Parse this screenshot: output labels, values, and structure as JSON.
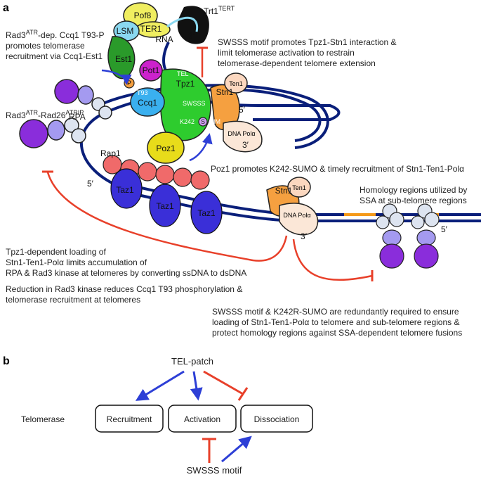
{
  "panel_a": {
    "panel_label": "a",
    "molecules": {
      "pof8": "Pof8",
      "ter1": "TER1",
      "lsm": "LSM",
      "rna": "RNA",
      "est1": "Est1",
      "trt1": "Trt1",
      "trt1_sup": "TERT",
      "pot1": "Pot1",
      "tel": "TEL",
      "tpz1": "Tpz1",
      "ccq1": "Ccq1",
      "t93": "T93",
      "p": "P",
      "swsss": "SWSSS",
      "k242": "K242",
      "s": "S",
      "sim": "SIM",
      "stn1": "Stn1",
      "ten1": "Ten1",
      "dna_pol": "DNA Polα",
      "poz1": "Poz1",
      "rap1": "Rap1",
      "taz1": "Taz1",
      "rpa": "RPA",
      "rad3_a": "Rad3",
      "rad3_sup": "ATR",
      "rad26": "-Rad26",
      "rad26_sup": "ATRIP",
      "prime3": "3′",
      "prime5": "5′"
    },
    "captions": {
      "ccq1_l1_a": "Rad3",
      "ccq1_l1_sup": "ATR",
      "ccq1_l1_b": "-dep. Ccq1 T93-P",
      "ccq1_l2": "promotes telomerase",
      "ccq1_l3": "recruitment via Ccq1-Est1",
      "swsss_l1": "SWSSS motif promotes Tpz1-Stn1 interaction &",
      "swsss_l2": "limit telomerase activation to restrain",
      "swsss_l3": "telomerase-dependent telomere extension",
      "poz1": "Poz1 promotes K242-SUMO & timely recruitment of Stn1-Ten1-Polα",
      "homology_l1": "Homology regions utilized by",
      "homology_l2": "SSA at sub-telomere regions",
      "tpz1_l1": "Tpz1-dependent loading of",
      "tpz1_l2": "Stn1-Ten1-Polα limits accumulation of",
      "tpz1_l3": "RPA & Rad3 kinase at telomeres by converting ssDNA to dsDNA",
      "red_l1": "Reduction in Rad3 kinase reduces Ccq1 T93 phosphorylation &",
      "red_l2": "telomerase recruitment at telomeres",
      "redund_l1": "SWSSS motif & K242R-SUMO are redundantly required to ensure",
      "redund_l2": "loading of Stn1-Ten1-Polα to telomere and sub-telomere regions &",
      "redund_l3": "protect homology regions against SSA-dependent telomere fusions"
    }
  },
  "panel_b": {
    "panel_label": "b",
    "tel_patch": "TEL-patch",
    "telomerase": "Telomerase",
    "boxes": [
      "Recruitment",
      "Activation",
      "Dissociation"
    ],
    "swsss_motif": "SWSSS motif"
  },
  "colors": {
    "dna": "#0a1f7a",
    "inhibit": "#e8402a",
    "activate": "#2d3fd6",
    "taz1": "#3a2fd8",
    "rap1": "#f06a6a",
    "poz1": "#e8dc1a",
    "tpz1": "#2ecc2e",
    "stn1": "#f5a040",
    "ten1": "#fbd7bf",
    "pot1": "#cc22cc",
    "ccq1": "#3ab0ef",
    "est1": "#2a9a2a",
    "pof8": "#f0ee60",
    "lsm": "#8ad8f0",
    "trt1": "#111111",
    "rpa": "#dde4f0",
    "rad3": "#8a2ddb",
    "rad26": "#a49af0",
    "orange_region": "#f59a1a",
    "tel_patch_text": "#2d3fd6",
    "swsss_text": "#e8402a"
  }
}
